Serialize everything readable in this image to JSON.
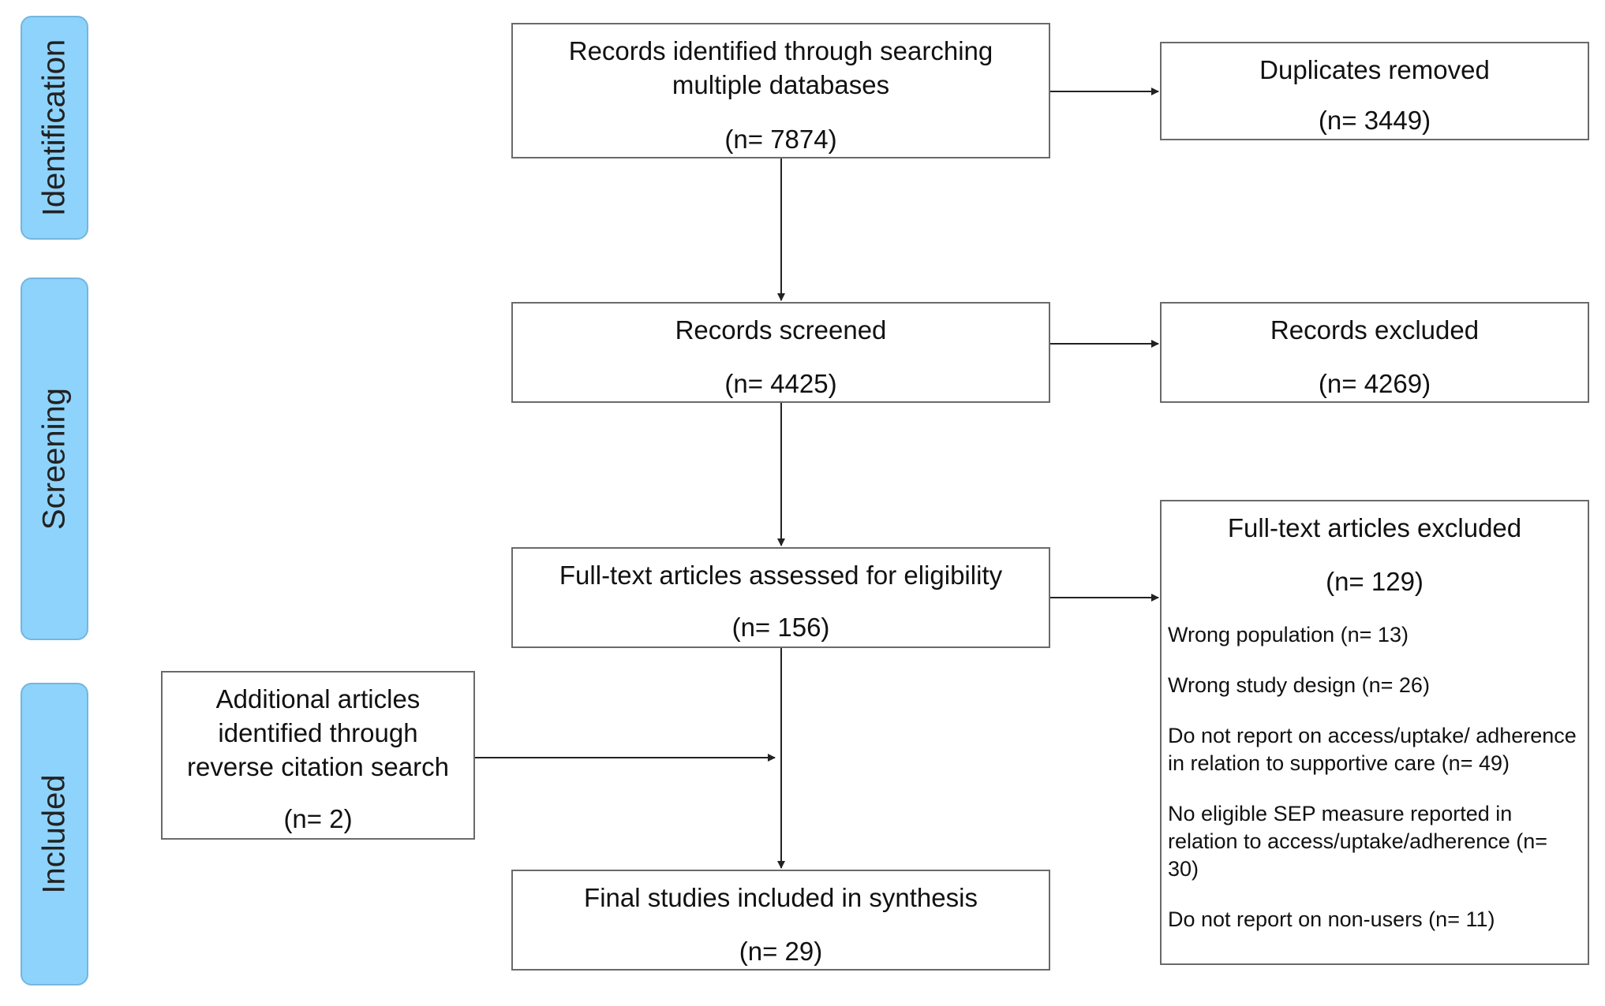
{
  "stages": {
    "identification": "Identification",
    "screening": "Screening",
    "included": "Included"
  },
  "boxes": {
    "identified": {
      "title_l1": "Records identified through searching",
      "title_l2": "multiple databases",
      "count": "(n= 7874)"
    },
    "duplicates": {
      "title": "Duplicates removed",
      "count": "(n= 3449)"
    },
    "screened": {
      "title": "Records screened",
      "count": "(n= 4425)"
    },
    "records_excluded": {
      "title": "Records excluded",
      "count": "(n= 4269)"
    },
    "fulltext": {
      "title": "Full-text articles assessed for eligibility",
      "count": "(n= 156)"
    },
    "fulltext_excluded": {
      "title": "Full-text articles excluded",
      "count": "(n= 129)",
      "reasons": [
        "Wrong population (n= 13)",
        "Wrong study design (n= 26)",
        "Do not report on access/uptake/ adherence in relation to supportive care (n= 49)",
        "No eligible SEP measure reported in relation to access/uptake/adherence (n= 30)",
        "Do not report on non-users (n= 11)"
      ]
    },
    "additional": {
      "title_l1": "Additional articles",
      "title_l2": "identified through",
      "title_l3": "reverse citation search",
      "count": "(n= 2)"
    },
    "final": {
      "title": "Final studies included in synthesis",
      "count": "(n= 29)"
    }
  },
  "colors": {
    "stage_fill": "#8ed3fb",
    "box_border": "#6a6a6a",
    "arrow": "#222222"
  }
}
